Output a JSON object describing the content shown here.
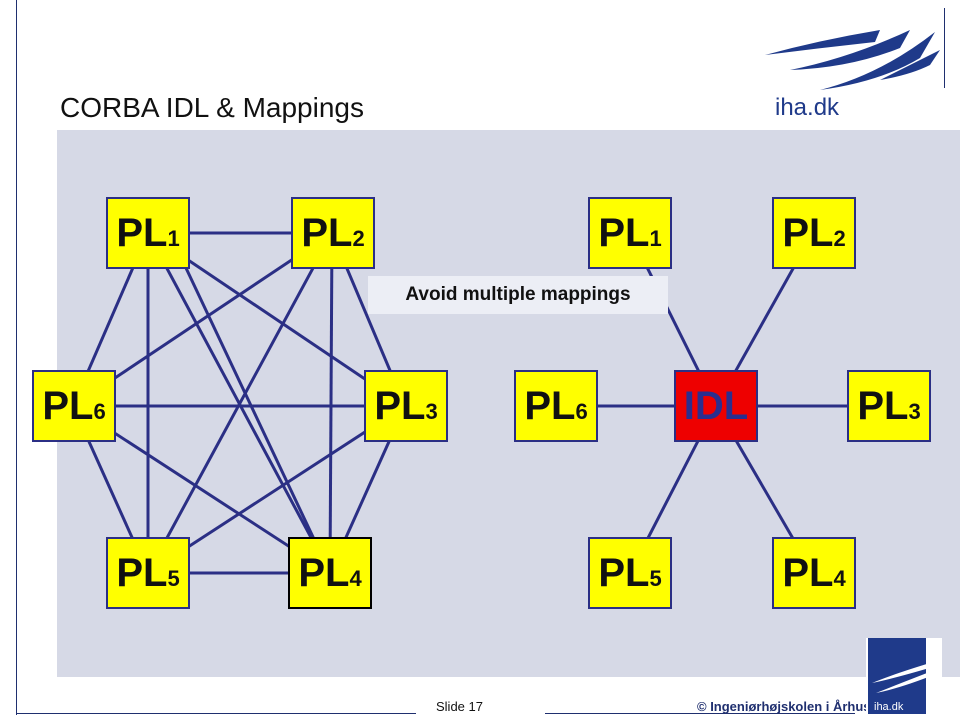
{
  "title": "CORBA IDL & Mappings",
  "logo_text": "iha.dk",
  "callout": "Avoid multiple mappings",
  "footer": {
    "slide_number": "Slide 17",
    "copyright": "© Ingeniørhøjskolen i Århus",
    "mini_logo_text": "iha.dk"
  },
  "left_graph": {
    "nodes": [
      {
        "id": "pl1",
        "base": "PL",
        "sub": "1"
      },
      {
        "id": "pl2",
        "base": "PL",
        "sub": "2"
      },
      {
        "id": "pl3",
        "base": "PL",
        "sub": "3"
      },
      {
        "id": "pl4",
        "base": "PL",
        "sub": "4"
      },
      {
        "id": "pl5",
        "base": "PL",
        "sub": "5"
      },
      {
        "id": "pl6",
        "base": "PL",
        "sub": "6"
      }
    ]
  },
  "right_graph": {
    "center": "IDL",
    "nodes": [
      {
        "id": "pl1",
        "base": "PL",
        "sub": "1"
      },
      {
        "id": "pl2",
        "base": "PL",
        "sub": "2"
      },
      {
        "id": "pl3",
        "base": "PL",
        "sub": "3"
      },
      {
        "id": "pl4",
        "base": "PL",
        "sub": "4"
      },
      {
        "id": "pl5",
        "base": "PL",
        "sub": "5"
      },
      {
        "id": "pl6",
        "base": "PL",
        "sub": "6"
      }
    ]
  },
  "colors": {
    "node_fill": "#ffff00",
    "idl_fill": "#ee0000",
    "edge": "#2b2f85",
    "panel": "#d6d9e6",
    "brand": "#1f3a8a"
  }
}
